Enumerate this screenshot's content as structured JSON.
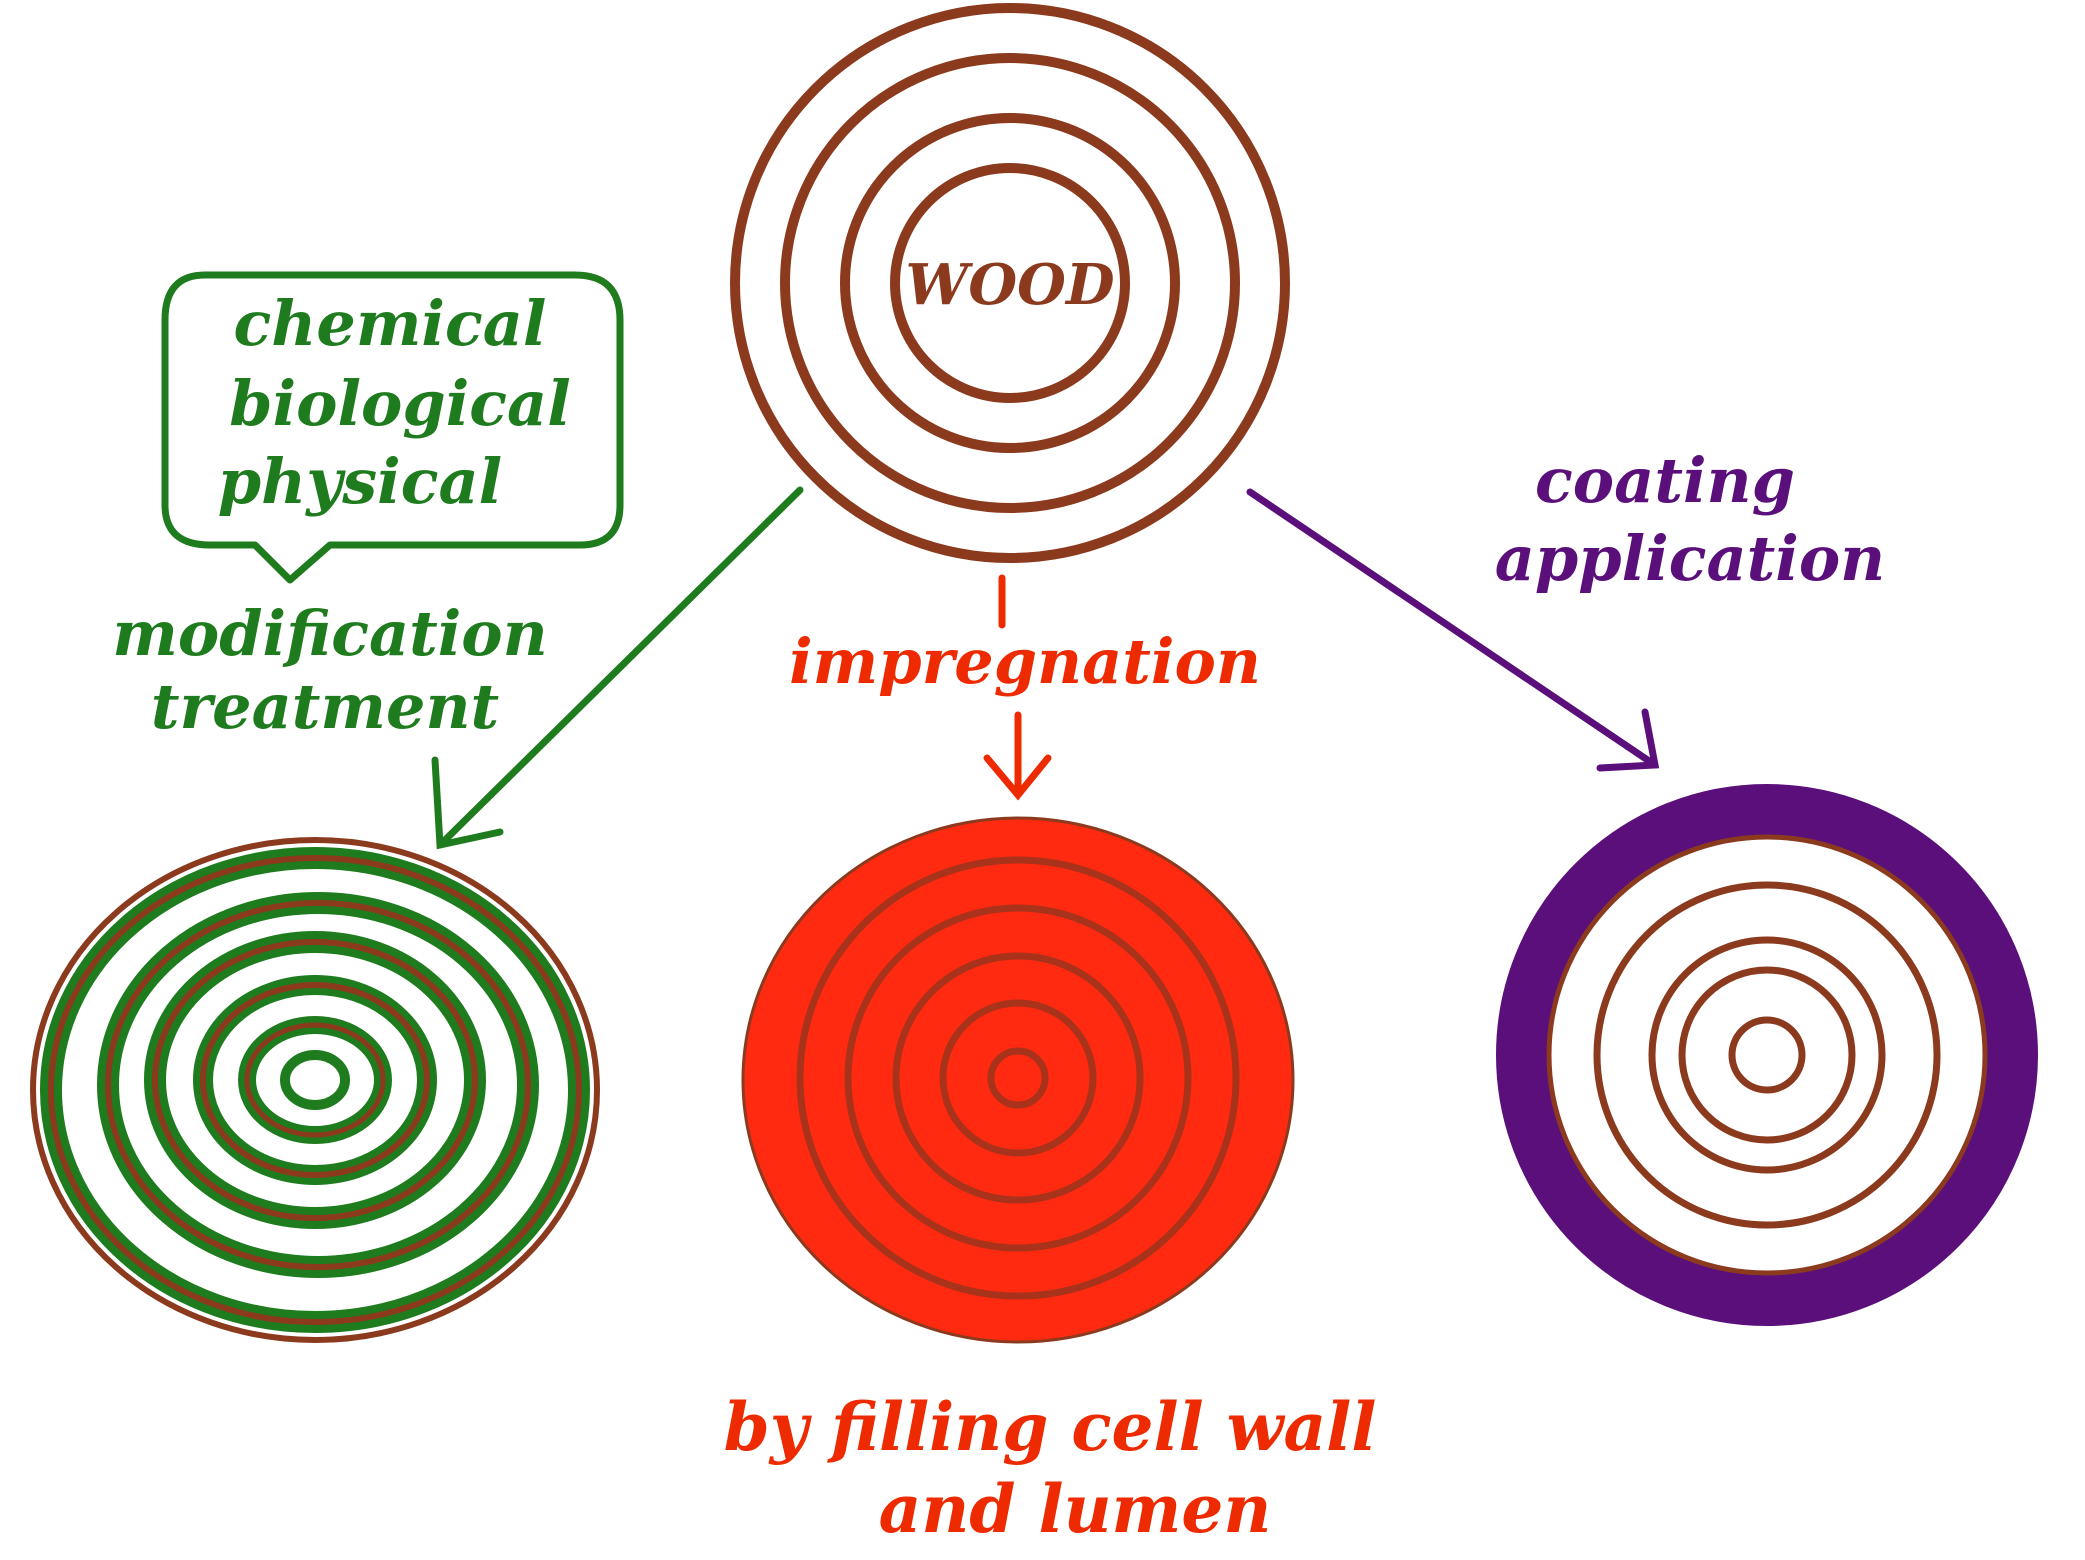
{
  "center_label": "WOOD",
  "speech_bubble": {
    "lines": [
      "chemical",
      "biological",
      "physical"
    ]
  },
  "labels": {
    "modification": [
      "modification",
      "treatment"
    ],
    "impregnation": "impregnation",
    "coating": [
      "coating",
      "application"
    ],
    "bottom_caption": [
      "by filling cell wall",
      "and lumen"
    ]
  },
  "colors": {
    "wood_ring": "#8b3a1e",
    "modification": "#1e7b1e",
    "impregnation": "#ff2a10",
    "impregnation_text": "#ee2a00",
    "coating": "#5a0f7a"
  }
}
